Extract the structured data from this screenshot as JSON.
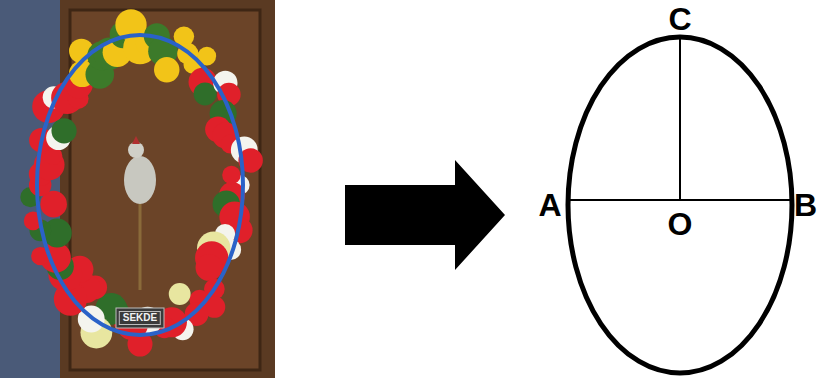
{
  "diagram": {
    "labels": [
      "SEKDE",
      "C",
      "A",
      "O",
      "B"
    ]
  }
}
